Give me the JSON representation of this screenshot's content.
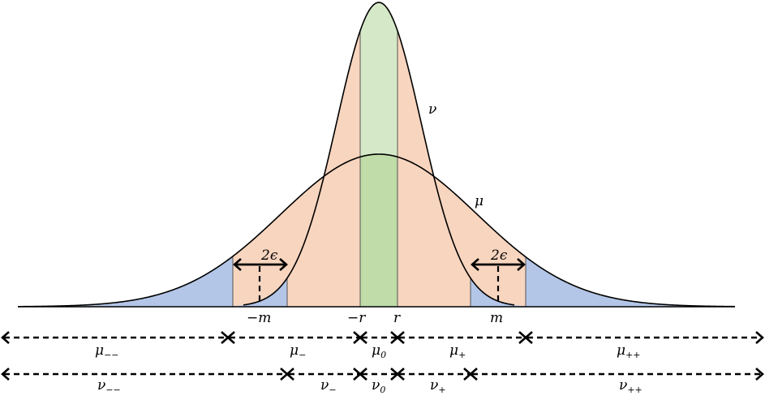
{
  "curves": {
    "nu_label": "ν",
    "mu_label": "μ"
  },
  "epsilon_label": "2ϵ",
  "ticks": {
    "neg_m": "−m",
    "neg_r": "−r",
    "r": "r",
    "m": "m"
  },
  "mu_regions": [
    {
      "base": "μ",
      "sub": "−−"
    },
    {
      "base": "μ",
      "sub": "−"
    },
    {
      "base": "μ",
      "sub": "0"
    },
    {
      "base": "μ",
      "sub": "+"
    },
    {
      "base": "μ",
      "sub": "++"
    }
  ],
  "nu_regions": [
    {
      "base": "ν",
      "sub": "−−"
    },
    {
      "base": "ν",
      "sub": "−"
    },
    {
      "base": "ν",
      "sub": "0"
    },
    {
      "base": "ν",
      "sub": "+"
    },
    {
      "base": "ν",
      "sub": "++"
    }
  ],
  "colors": {
    "blue_fill": "#b4c6e7",
    "orange_fill": "#f8d5bf",
    "green_light": "#d5e8c8",
    "green_dark": "#bfdca9"
  }
}
